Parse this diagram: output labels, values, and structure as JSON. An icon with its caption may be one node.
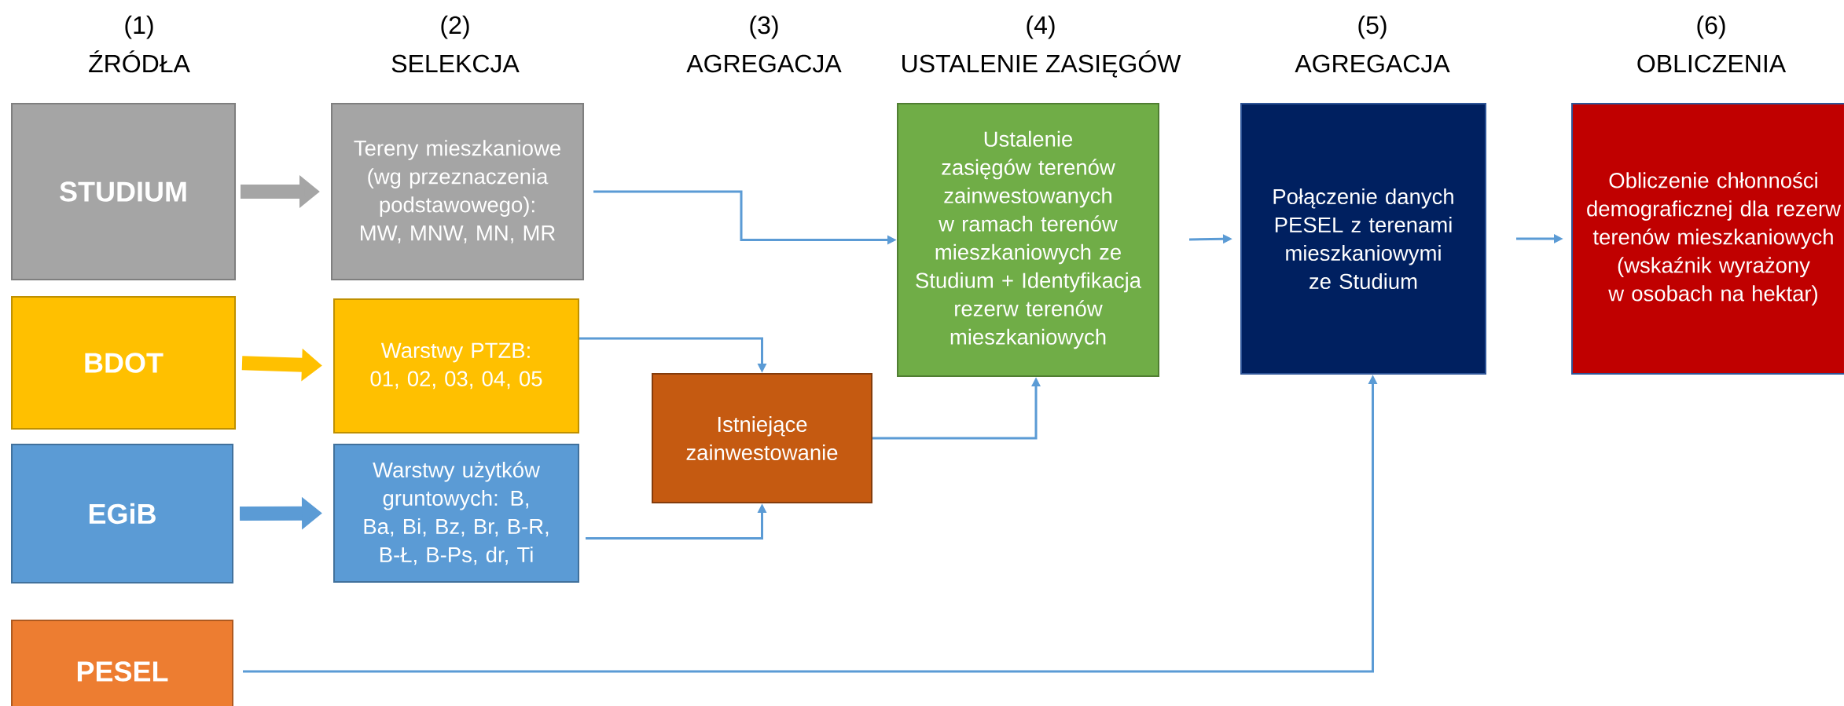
{
  "diagram": {
    "nodes": [
      {
        "text": [
          "STUDIUM"
        ]
      },
      {
        "text": [
          "Tereny mieszkaniowe (wg przeznaczenia podstawowego): MW, MNW, MN, MR"
        ]
      },
      {
        "text": [
          "Ustalenie zasięgów terenów zainwestowanych w ramach terenów mieszkaniowych ze Studium + Identyfikacja rezerw terenów mieszkaniowych"
        ]
      },
      {
        "text": [
          "Połączenie danych PESEL z terenami mieszkaniowymi ze Studium"
        ]
      },
      {
        "text": [
          "Obliczenie chłonności demograficznej dla rezerw terenów mieszkaniowych (wskaźnik wyrażony w osobach na hektar)"
        ]
      },
      {
        "text": [
          "BDOT"
        ]
      },
      {
        "text": [
          "Warstwy PTZB: 01, 02, 03, 04, 05"
        ]
      },
      {
        "text": [
          "Istniejące zainwestowanie"
        ]
      },
      {
        "text": [
          "EGiB"
        ]
      },
      {
        "text": [
          "Warstwy użytków gruntowych: B, Ba, Bi, Bz, Br, B-R, B-Ł, B-Ps, dr, Ti"
        ]
      },
      {
        "text": [
          "PESEL"
        ]
      }
    ],
    "edges": [
      {
        "from": 0,
        "to": 1,
        "arrow": "to",
        "style": "thick",
        "color": "#a5a5a5"
      },
      {
        "from": 5,
        "to": 6,
        "arrow": "to",
        "style": "thick",
        "color": "#ffc000"
      },
      {
        "from": 8,
        "to": 9,
        "arrow": "to",
        "style": "thick"
      },
      {
        "from": 1,
        "to": 2,
        "arrow": "to"
      },
      {
        "from": 6,
        "to": 7,
        "arrow": "to"
      },
      {
        "from": 9,
        "to": 7,
        "arrow": "to"
      },
      {
        "from": 7,
        "to": 2,
        "arrow": "to"
      },
      {
        "from": 2,
        "to": 3,
        "arrow": "to"
      },
      {
        "from": 3,
        "to": 4,
        "arrow": "to"
      },
      {
        "from": 10,
        "to": 3,
        "arrow": "to"
      }
    ],
    "labels": [
      "(1)",
      "ŹRÓDŁA",
      "(2)",
      "SELEKCJA",
      "(3)",
      "AGREGACJA",
      "(4)",
      "USTALENIE ZASIĘGÓW",
      "(5)",
      "AGREGACJA",
      "(6)",
      "OBLICZENIA"
    ]
  }
}
